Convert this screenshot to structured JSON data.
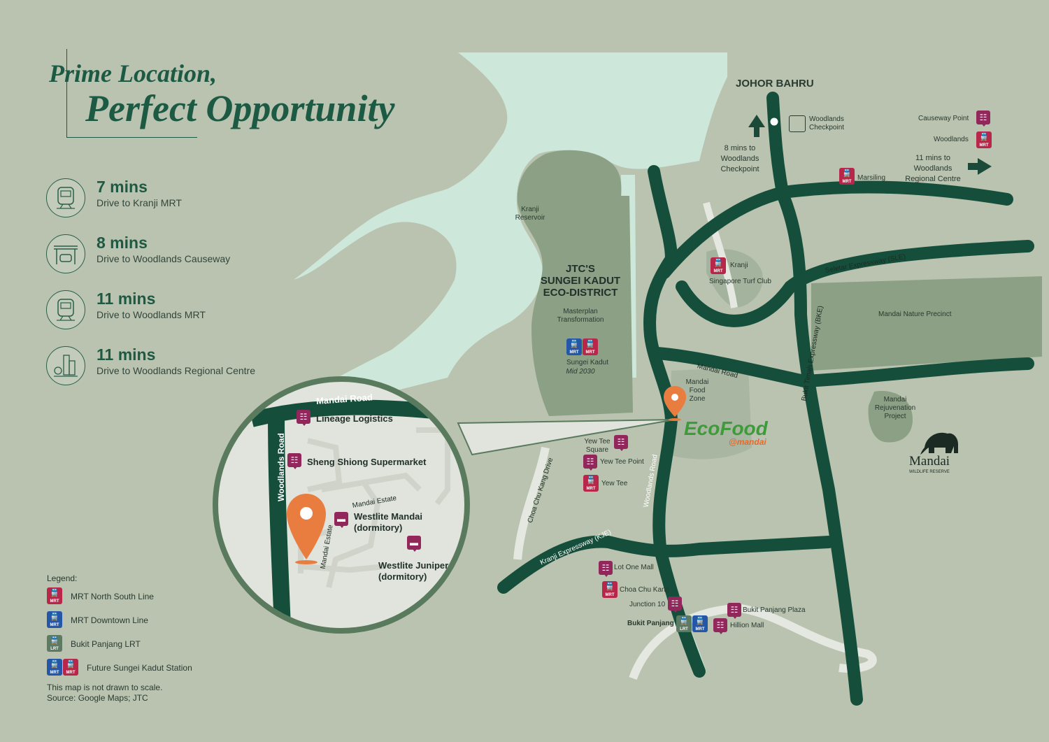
{
  "colors": {
    "bg": "#b9c3b0",
    "water": "#cde8da",
    "green_area": "#8ba085",
    "road": "#154f3b",
    "mrt_nsl": "#b8264a",
    "mrt_dtl": "#2557a8",
    "lrt": "#5d7a63",
    "shop": "#92275c",
    "pin": "#e97d40"
  },
  "title": {
    "line1": "Prime Location,",
    "line2": "Perfect Opportunity"
  },
  "stats": [
    {
      "mins": "7 mins",
      "desc": "Drive to Kranji MRT",
      "icon": "train-icon"
    },
    {
      "mins": "8 mins",
      "desc": "Drive to Woodlands Causeway",
      "icon": "checkpoint-icon"
    },
    {
      "mins": "11 mins",
      "desc": "Drive to Woodlands MRT",
      "icon": "train-icon"
    },
    {
      "mins": "11 mins",
      "desc": "Drive to Woodlands Regional Centre",
      "icon": "city-icon"
    }
  ],
  "map": {
    "johor": "JOHOR BAHRU",
    "woodlands_checkpoint": "Woodlands\nCheckpoint",
    "to_checkpoint": "8 mins to\nWoodlands\nCheckpoint",
    "causeway_point": "Causeway Point",
    "woodlands": "Woodlands",
    "to_regional": "11 mins to\nWoodlands\nRegional Centre",
    "marsiling": "Marsiling",
    "kranji_reservoir": "Kranji\nReservoir",
    "jtc_title": "JTC'S\nSUNGEI KADUT\nECO-DISTRICT",
    "jtc_sub": "Masterplan\nTransformation",
    "sungei_kadut": "Sungei Kadut",
    "mid2030": "Mid 2030",
    "kranji": "Kranji",
    "turf_club": "Singapore Turf Club",
    "sle": "Seletar Expressway (SLE)",
    "bke": "Bukit Timah Expressway (BKE)",
    "nature": "Mandai Nature Precinct",
    "mandai_road": "Mandai Road",
    "food_zone": "Mandai\nFood\nZone",
    "ecofood": "EcoFood",
    "at_mandai": "@mandai",
    "rejuvenation": "Mandai\nRejuvenation\nProject",
    "mandai_logo": "Mandai",
    "wildlife": "WILDLIFE RESERVE",
    "yew_tee_square": "Yew Tee\nSquare",
    "yew_tee_point": "Yew Tee Point",
    "yew_tee": "Yew Tee",
    "cck_drive": "Choa Chu Kang Drive",
    "woodlands_road": "Woodlands Road",
    "kje": "Kranji Expressway (KJE)",
    "lot_one": "Lot One Mall",
    "cck": "Choa Chu Kang",
    "junction10": "Junction 10",
    "bukit_panjang": "Bukit Panjang",
    "bp_plaza": "Bukit Panjang Plaza",
    "hillion": "Hillion Mall"
  },
  "inset": {
    "mandai_road": "Mandai Road",
    "woodlands_road": "Woodlands Road",
    "lineage": "Lineage Logistics",
    "sheng_shiong": "Sheng Shiong Supermarket",
    "mandai_estate": "Mandai Estate",
    "mandai_estate2": "Mandai Estate",
    "westlite_mandai": "Westlite Mandai\n(dormitory)",
    "westlite_juniper": "Westlite Juniper\n(dormitory)"
  },
  "badges": {
    "mrt": "MRT",
    "lrt": "LRT"
  },
  "legend": {
    "title": "Legend:",
    "items": [
      "MRT North South Line",
      "MRT Downtown Line",
      "Bukit Panjang LRT",
      "Future Sungei Kadut Station"
    ],
    "note": "This map is not drawn to scale.",
    "source": "Source: Google Maps; JTC"
  }
}
